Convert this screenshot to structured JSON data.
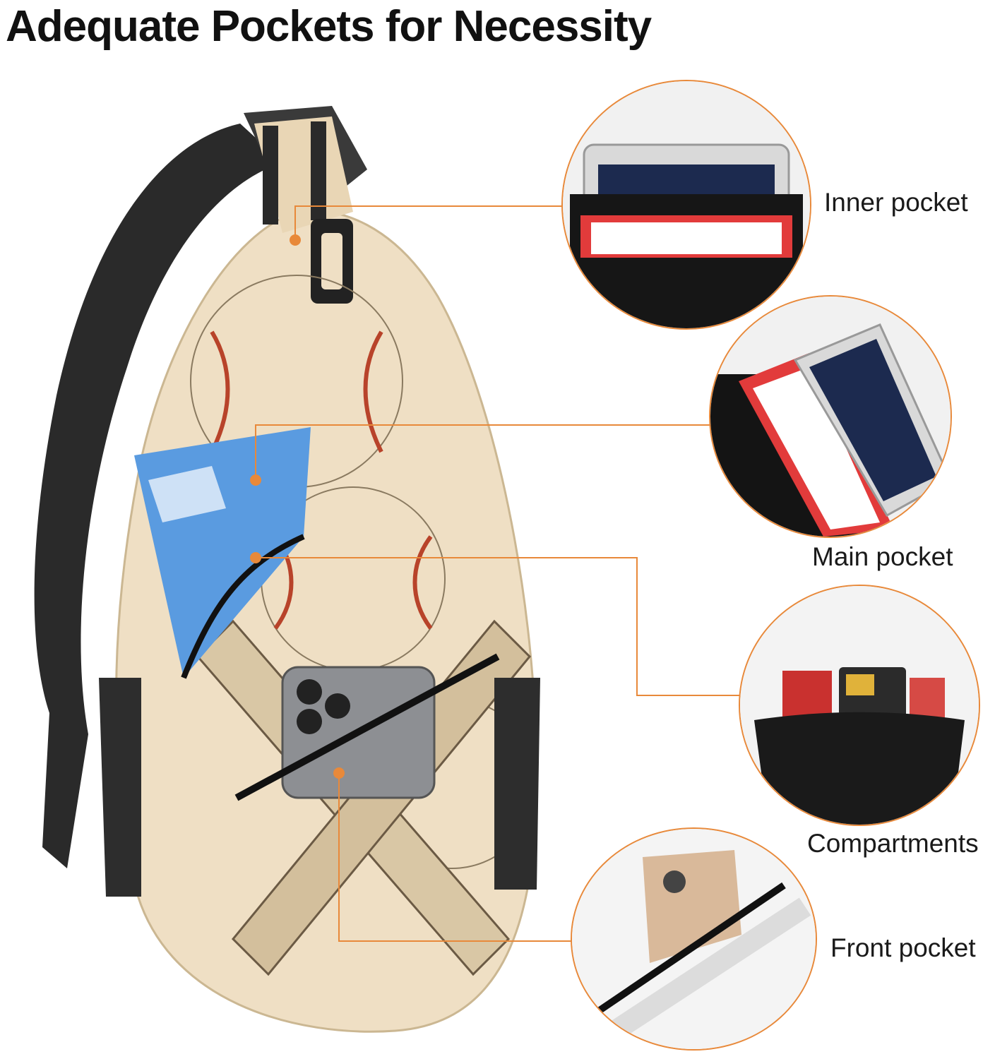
{
  "headline": "Adequate Pockets for Necessity",
  "accent_color": "#e8893a",
  "callouts": [
    {
      "label": "Inner pocket",
      "icon": "tablet-in-pocket-icon"
    },
    {
      "label": "Main pocket",
      "icon": "tablet-and-book-icon"
    },
    {
      "label": "Compartments",
      "icon": "cards-in-compartment-icon"
    },
    {
      "label": "Front pocket",
      "icon": "phone-in-front-pocket-icon"
    }
  ],
  "product": {
    "pattern": "baseball-and-bats",
    "colors": {
      "body": "#efdfc4",
      "stitch": "#b8432a",
      "strap": "#2a2a2a"
    }
  }
}
